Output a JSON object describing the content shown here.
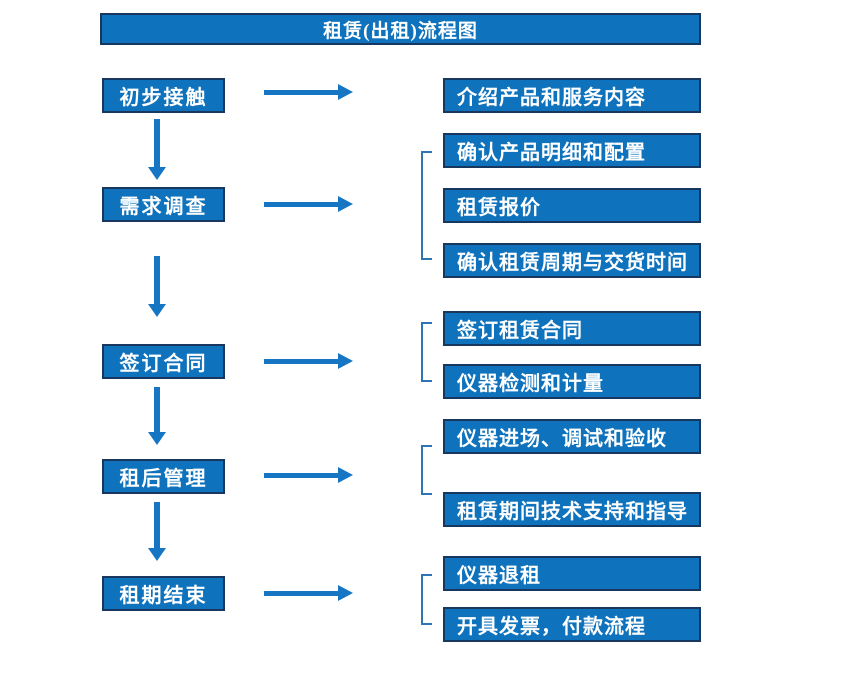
{
  "flowchart": {
    "title": "租赁(出租)流程图",
    "stages": [
      {
        "label": "初步接触",
        "details": [
          "介绍产品和服务内容"
        ]
      },
      {
        "label": "需求调查",
        "details": [
          "确认产品明细和配置",
          "租赁报价",
          "确认租赁周期与交货时间"
        ]
      },
      {
        "label": "签订合同",
        "details": [
          "签订租赁合同",
          "仪器检测和计量"
        ]
      },
      {
        "label": "租后管理",
        "details": [
          "仪器进场、调试和验收",
          "租赁期间技术支持和指导"
        ]
      },
      {
        "label": "租期结束",
        "details": [
          "仪器退租",
          "开具发票，付款流程"
        ]
      }
    ],
    "colors": {
      "box_fill": "#0E72BC",
      "box_border": "#17375E",
      "arrow": "#1776C4",
      "bracket": "#2E75B6",
      "text": "#FFFFFF"
    }
  }
}
